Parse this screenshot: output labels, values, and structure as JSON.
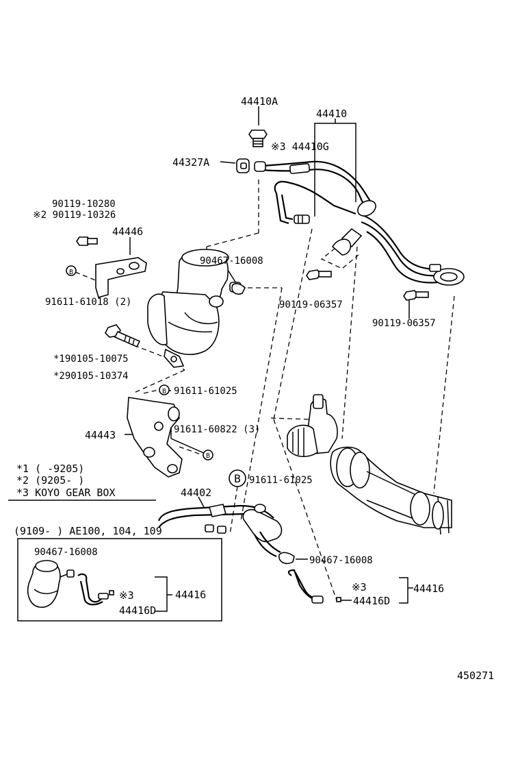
{
  "parts": {
    "hose_union_bolt": "44410A",
    "pressure_hose": "44410",
    "gasket_kg": "※3 44410G",
    "clip": "44327A",
    "bolt_1": "90119-10280",
    "bolt_2": "※2 90119-10326",
    "bracket": "44446",
    "bolt_b1": "91611-61018 (2)",
    "clamp_1": "90467-16008",
    "bolt_c": "90119-06357",
    "bolt_d": "90119-06357",
    "bolt_e": "*190105-10075",
    "bolt_f": "*290105-10374",
    "bolt_g": "91611-61025",
    "bracket_2": "44443",
    "bolt_h": "91611-60822 (3)",
    "bolt_i": "91611-61025",
    "return_tube": "44402",
    "clamp_2": "90467-16008",
    "pipe_right": "44416",
    "kg_right": "※3",
    "tube_right": "44416D",
    "diagram_id": "450271"
  },
  "notes": {
    "line1": "*1 (      -9205)",
    "line2": "*2 (9205-      )",
    "line3": "*3  KOYO GEAR BOX"
  },
  "inset": {
    "header": "(9109-    ) AE100, 104, 109",
    "clamp": "90467-16008",
    "kg": "※3",
    "tube": "44416D",
    "pipe": "44416"
  },
  "callout_b": "B"
}
